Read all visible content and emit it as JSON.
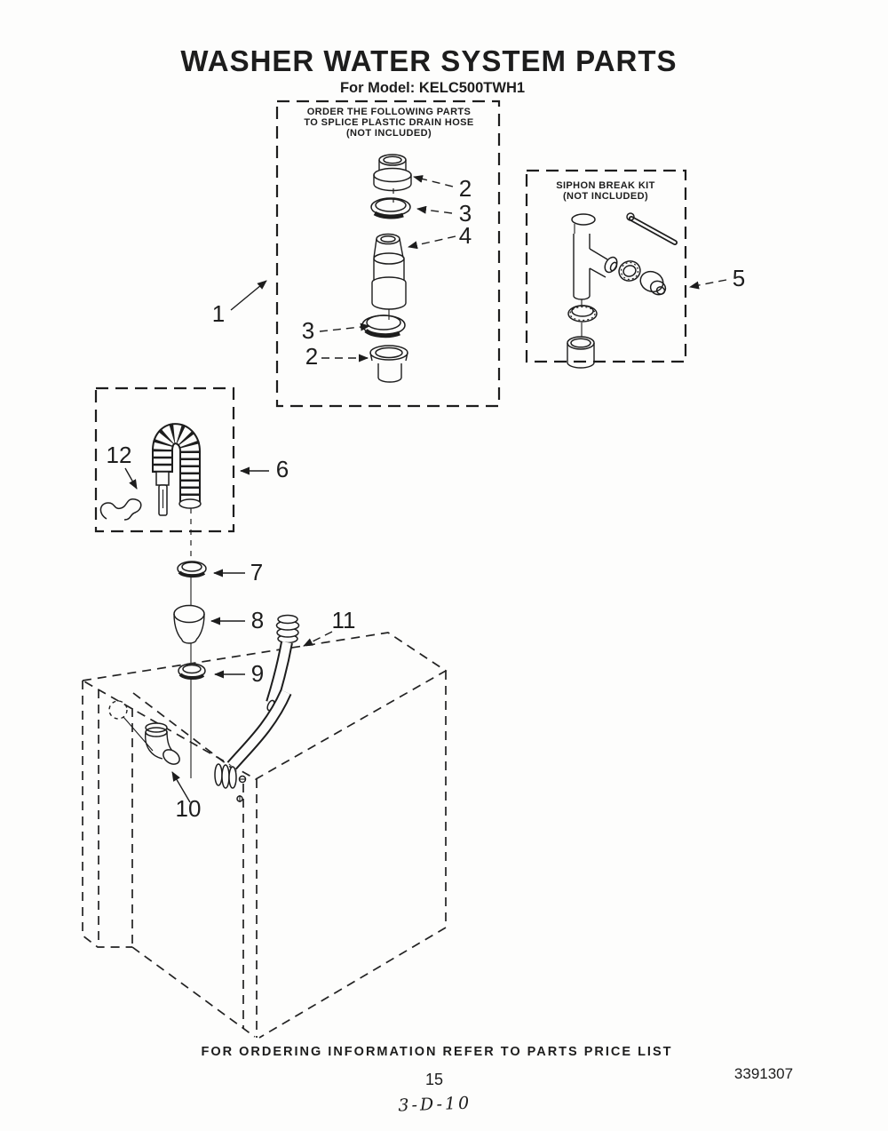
{
  "page": {
    "title": "WASHER WATER SYSTEM PARTS",
    "model_line": "For Model: KELC500TWH1",
    "footer_note": "FOR ORDERING INFORMATION REFER TO PARTS PRICE LIST",
    "page_number": "15",
    "document_number": "3391307",
    "handwritten_note": "3-D-10"
  },
  "splice_box": {
    "note_lines": [
      "ORDER THE FOLLOWING PARTS",
      "TO SPLICE PLASTIC DRAIN HOSE",
      "(NOT INCLUDED)"
    ]
  },
  "siphon_box": {
    "note_lines": [
      "SIPHON BREAK KIT",
      "(NOT INCLUDED)"
    ]
  },
  "callouts": {
    "c1": "1",
    "c2_top": "2",
    "c3_top": "3",
    "c4": "4",
    "c3_bottom": "3",
    "c2_bottom": "2",
    "c5": "5",
    "c6": "6",
    "c7": "7",
    "c8": "8",
    "c9": "9",
    "c10": "10",
    "c11": "11",
    "c12": "12"
  },
  "colors": {
    "ink": "#1d1d1d",
    "paper": "#fdfdfc"
  }
}
